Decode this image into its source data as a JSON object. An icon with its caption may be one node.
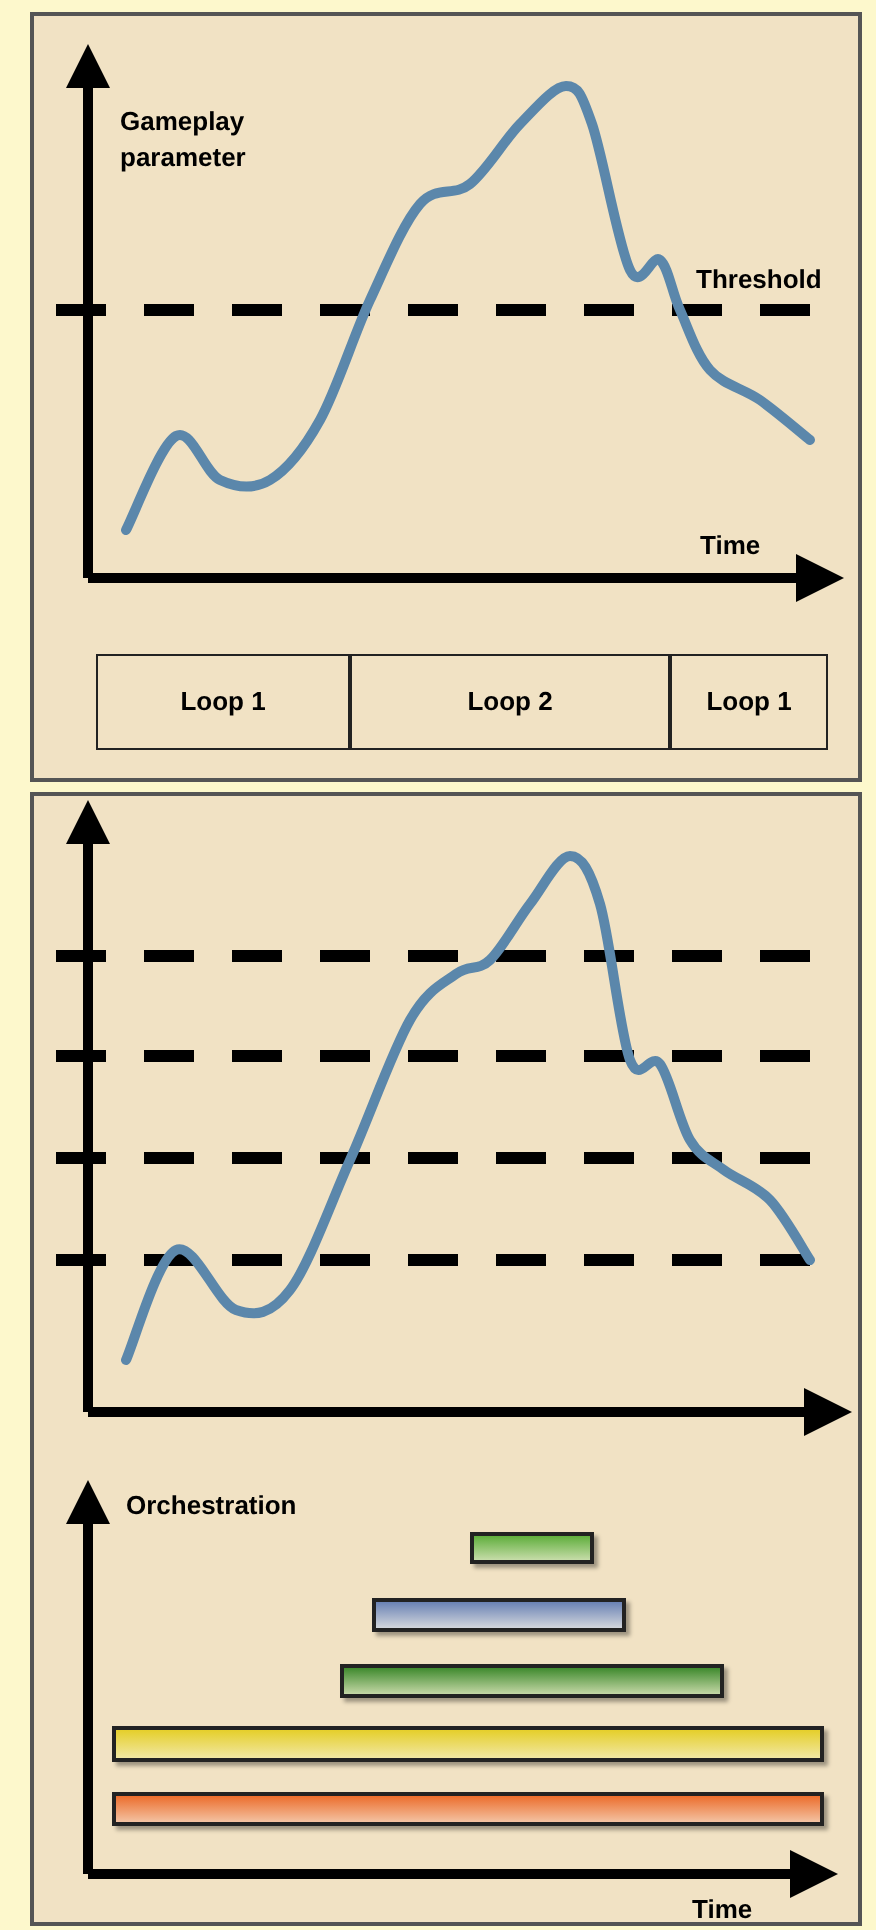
{
  "diagram": {
    "nodes": [
      {
        "text": [
          "Loop 1"
        ]
      },
      {
        "text": [
          "Loop 2"
        ]
      },
      {
        "text": [
          "Loop 1"
        ]
      },
      {
        "text": [],
        "shape": "bar"
      },
      {
        "text": [],
        "shape": "bar"
      },
      {
        "text": [],
        "shape": "bar"
      },
      {
        "text": [],
        "shape": "bar"
      },
      {
        "text": [],
        "shape": "bar"
      }
    ],
    "labels": [
      "Gameplay parameter",
      "Threshold",
      "Time",
      "Orchestration",
      "Time"
    ]
  }
}
